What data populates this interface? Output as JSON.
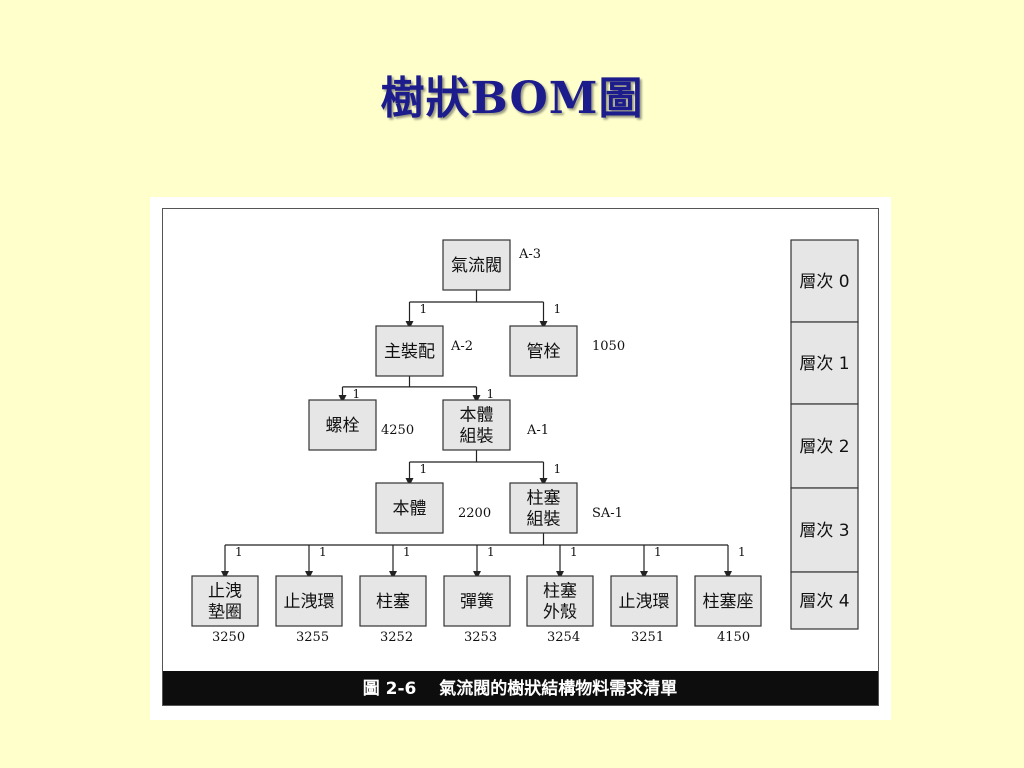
{
  "title": "樹狀BOM圖",
  "figure": {
    "caption": "圖 2-6　 氣流閥的樹狀結構物料需求清單",
    "nodes": [
      {
        "id": "n0",
        "lines": [
          "氣流閥"
        ],
        "code": "A-3"
      },
      {
        "id": "n1",
        "lines": [
          "主裝配"
        ],
        "code": "A-2",
        "qty": "1"
      },
      {
        "id": "n2",
        "lines": [
          "管栓"
        ],
        "code": "1050",
        "qty": "1"
      },
      {
        "id": "n3",
        "lines": [
          "螺栓"
        ],
        "code": "4250",
        "qty": "1"
      },
      {
        "id": "n4",
        "lines": [
          "本體",
          "組裝"
        ],
        "code": "A-1",
        "qty": "1"
      },
      {
        "id": "n5",
        "lines": [
          "本體"
        ],
        "code": "2200",
        "qty": "1"
      },
      {
        "id": "n6",
        "lines": [
          "柱塞",
          "組裝"
        ],
        "code": "SA-1",
        "qty": "1"
      },
      {
        "id": "n7",
        "lines": [
          "止洩",
          "墊圈"
        ],
        "code": "3250",
        "qty": "1"
      },
      {
        "id": "n8",
        "lines": [
          "止洩環"
        ],
        "code": "3255",
        "qty": "1"
      },
      {
        "id": "n9",
        "lines": [
          "柱塞"
        ],
        "code": "3252",
        "qty": "1"
      },
      {
        "id": "n10",
        "lines": [
          "彈簧"
        ],
        "code": "3253",
        "qty": "1"
      },
      {
        "id": "n11",
        "lines": [
          "柱塞",
          "外殼"
        ],
        "code": "3254",
        "qty": "1"
      },
      {
        "id": "n12",
        "lines": [
          "止洩環"
        ],
        "code": "3251",
        "qty": "1"
      },
      {
        "id": "n13",
        "lines": [
          "柱塞座"
        ],
        "code": "4150",
        "qty": "1"
      }
    ],
    "levels": [
      "層次 0",
      "層次 1",
      "層次 2",
      "層次 3",
      "層次 4"
    ]
  }
}
